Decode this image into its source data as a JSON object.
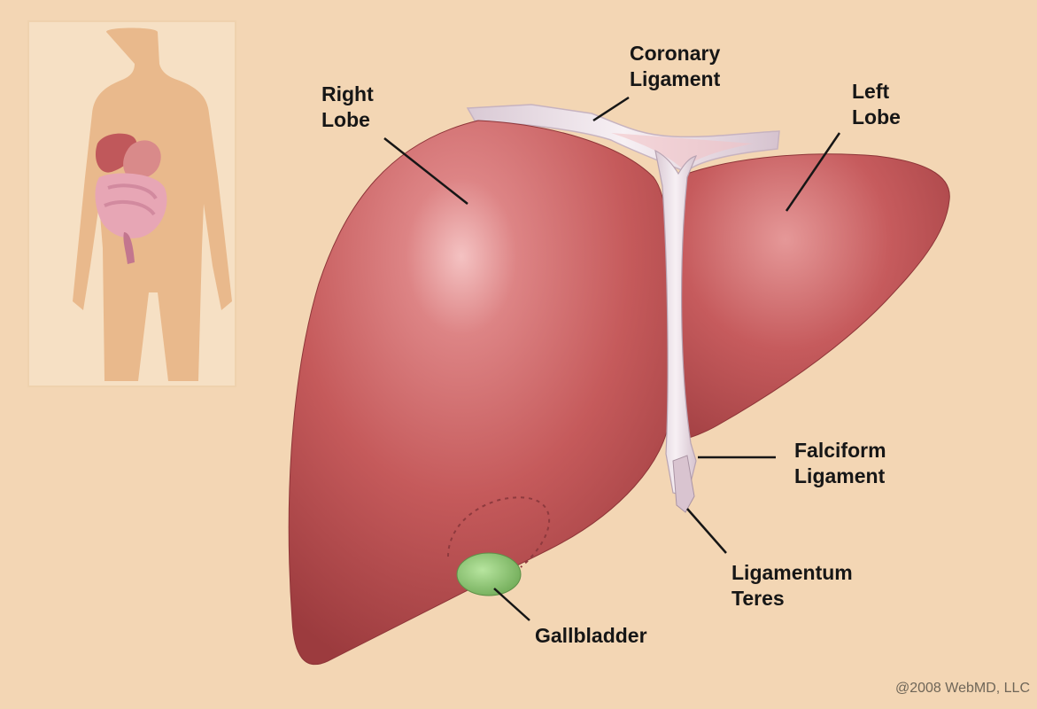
{
  "labels": {
    "right_lobe": "Right\nLobe",
    "coronary_ligament": "Coronary\nLigament",
    "left_lobe": "Left\nLobe",
    "falciform_ligament": "Falciform\nLigament",
    "ligamentum_teres": "Ligamentum\nTeres",
    "gallbladder": "Gallbladder"
  },
  "copyright": "@2008 WebMD, LLC",
  "colors": {
    "background": "#f3d6b4",
    "liver": "#c55a5b",
    "liver_highlight": "#f0b8b8",
    "ligament": "#efe4ea",
    "gallbladder": "#8fcf72",
    "inset_panel": "#f6e0c4",
    "body_silhouette": "#e9b98c"
  }
}
